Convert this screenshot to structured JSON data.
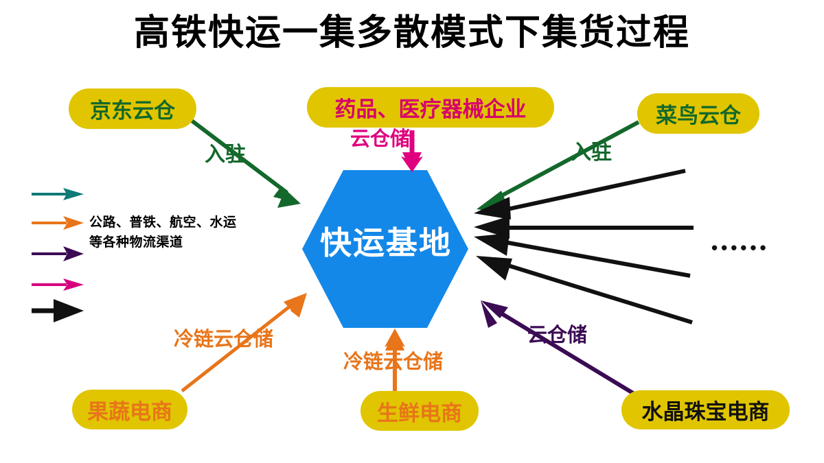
{
  "title": "高铁快运一集多散模式下集货过程",
  "center": {
    "label": "快运基地",
    "shape": "hexagon",
    "fill": "#1488E8",
    "text_color": "#ffffff"
  },
  "nodes": [
    {
      "id": "jd",
      "label": "京东云仓",
      "fill": "#E0C500",
      "text_color": "#13682B"
    },
    {
      "id": "pharma",
      "label": "药品、医疗器械企业",
      "fill": "#E0C500",
      "text_color": "#D6006E"
    },
    {
      "id": "cainiao",
      "label": "菜鸟云仓",
      "fill": "#E0C500",
      "text_color": "#13682B"
    },
    {
      "id": "fruit",
      "label": "果蔬电商",
      "fill": "#E0C500",
      "text_color": "#E8751A"
    },
    {
      "id": "fresh",
      "label": "生鲜电商",
      "fill": "#E0C500",
      "text_color": "#E8751A"
    },
    {
      "id": "jewel",
      "label": "水晶珠宝电商",
      "fill": "#E0C500",
      "text_color": "#111111"
    }
  ],
  "edges": [
    {
      "from": "jd",
      "to": "center",
      "label": "入驻",
      "color": "#13682B"
    },
    {
      "from": "cainiao",
      "to": "center",
      "label": "入驻",
      "color": "#13682B"
    },
    {
      "from": "pharma",
      "to": "center",
      "label": "云仓储",
      "color": "#E0007E"
    },
    {
      "from": "fruit",
      "to": "center",
      "label": "冷链云仓储",
      "color": "#E8751A"
    },
    {
      "from": "fresh",
      "to": "center",
      "label": "冷链云仓储",
      "color": "#E8751A"
    },
    {
      "from": "jewel",
      "to": "center",
      "label": "云仓储",
      "color": "#3B0B54"
    }
  ],
  "legend": {
    "items": [
      {
        "color": "#0E7A78",
        "style": "thin-arrow"
      },
      {
        "color": "#E8751A",
        "style": "thin-arrow"
      },
      {
        "color": "#3B0B54",
        "style": "thin-arrow"
      },
      {
        "color": "#D6007F",
        "style": "thin-arrow"
      },
      {
        "color": "#111111",
        "style": "thick-arrow"
      }
    ],
    "note": "公路、普铁、航空、水运\n等各种物流渠道"
  },
  "ellipsis": "••••••",
  "colors": {
    "node_fill": "#E0C500",
    "hexagon": "#1488E8",
    "green": "#13682B",
    "orange": "#E8751A",
    "purple": "#3B0B54",
    "magenta": "#E0007E",
    "teal": "#0E7A78",
    "black": "#111111",
    "background": "#ffffff"
  }
}
